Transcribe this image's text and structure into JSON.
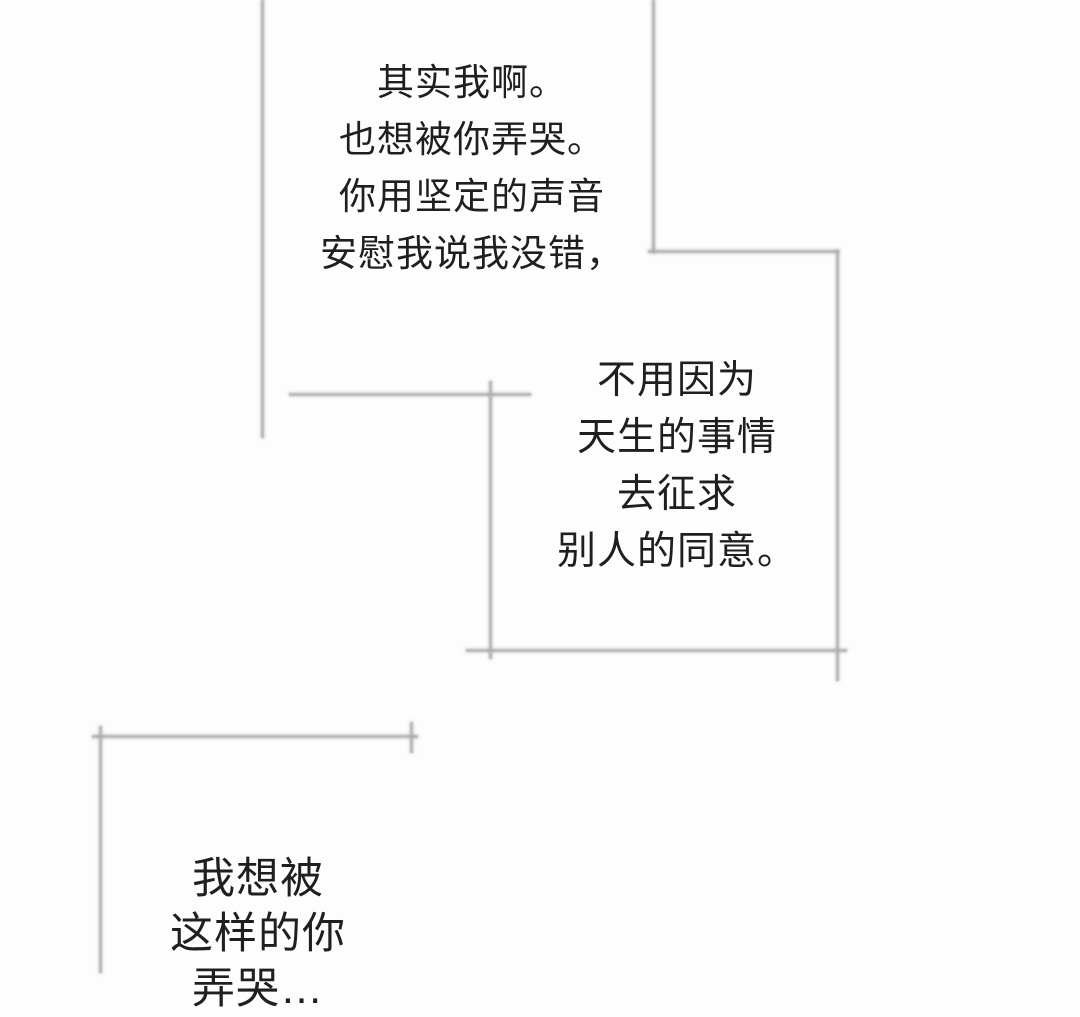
{
  "page": {
    "background": "#fdfdfd",
    "panel_border_color": "#b2afaf",
    "text_color": "#1f1f1f"
  },
  "panels": [
    {
      "name": "top-speech-panel",
      "lines": [
        "其实我啊。",
        "也想被你弄哭。",
        "你用坚定的声音",
        "安慰我说我没错，"
      ]
    },
    {
      "name": "middle-speech-panel",
      "lines": [
        "不用因为",
        "天生的事情",
        "去征求",
        "别人的同意。"
      ]
    },
    {
      "name": "bottom-speech-panel",
      "lines": [
        "我想被",
        "这样的你",
        "弄哭…"
      ]
    }
  ]
}
